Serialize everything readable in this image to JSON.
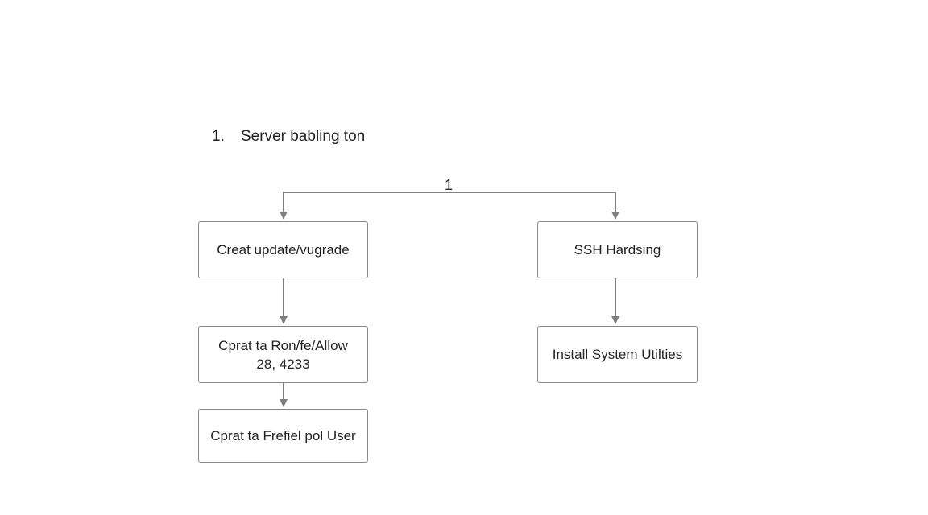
{
  "title": {
    "number": "1.",
    "text": "Server babling ton"
  },
  "branch_label": "1",
  "nodes": {
    "n1": {
      "text": "Creat update/vugrade"
    },
    "n2": {
      "line1": "Cprat ta Ron/fe/Allow",
      "line2": "28, 4233"
    },
    "n3": {
      "text": "Cprat ta Frefiel pol User"
    },
    "n4": {
      "text": "SSH Hardsing"
    },
    "n5": {
      "text": "Install System Utilties"
    }
  },
  "edges": [
    {
      "from": "title-branch",
      "to": "n1"
    },
    {
      "from": "title-branch",
      "to": "n4"
    },
    {
      "from": "n1",
      "to": "n2"
    },
    {
      "from": "n2",
      "to": "n3"
    },
    {
      "from": "n4",
      "to": "n5"
    }
  ],
  "colors": {
    "line": "#7f7f7f",
    "border": "#8a8a8a",
    "text": "#222222"
  }
}
